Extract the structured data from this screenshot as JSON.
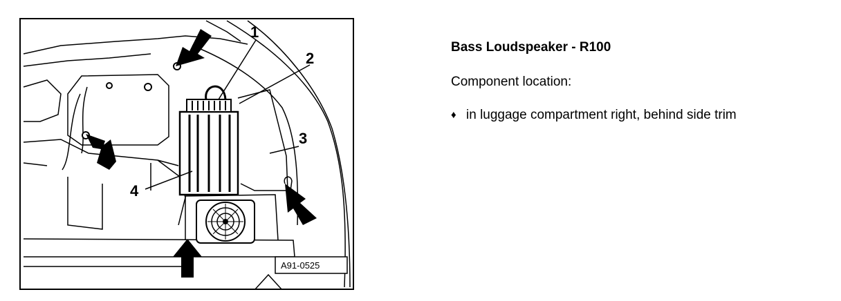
{
  "figure": {
    "callouts": [
      "1",
      "2",
      "3",
      "4"
    ],
    "reference_code": "A91-0525"
  },
  "text": {
    "title": "Bass Loudspeaker - R100",
    "subtitle": "Component location:",
    "bullet_symbol": "♦",
    "bullets": [
      "in luggage compartment right, behind side trim"
    ]
  },
  "icons": {
    "bullet": "diamond-bullet-icon",
    "arrows": "arrow-icon"
  }
}
